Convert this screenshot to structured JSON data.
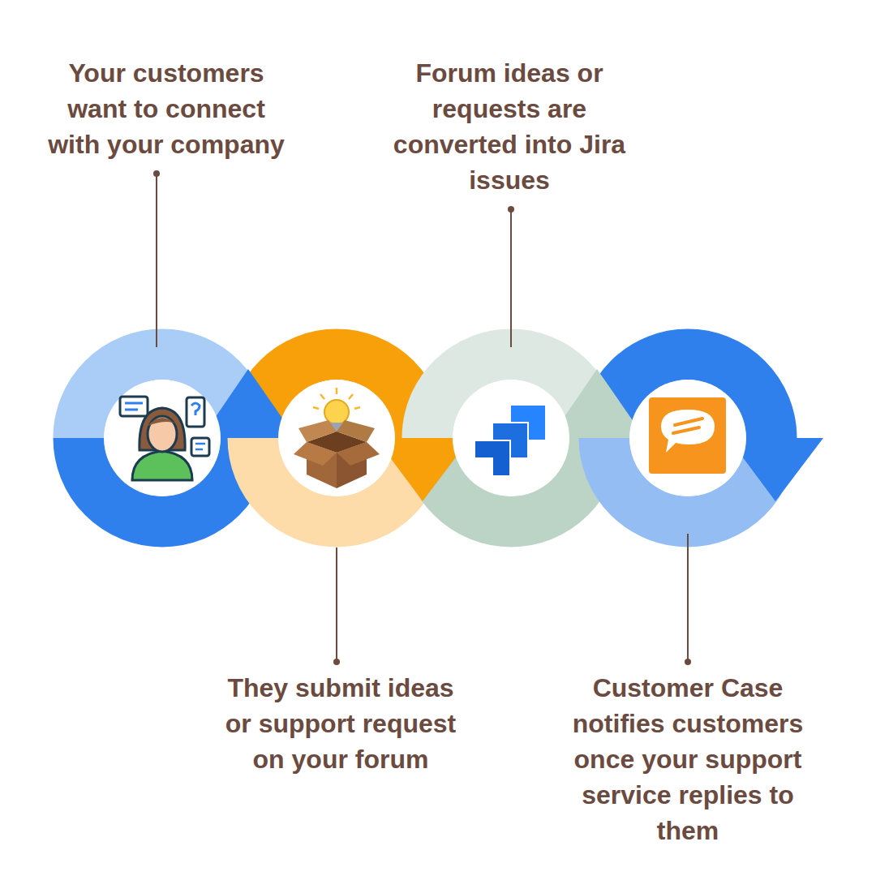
{
  "diagram": {
    "labels": [
      "Your customers want to connect with your company",
      "They submit ideas or support request on your forum",
      "Forum ideas or requests are converted into Jira issues",
      "Customer Case notifies customers once your support service replies to them"
    ]
  }
}
